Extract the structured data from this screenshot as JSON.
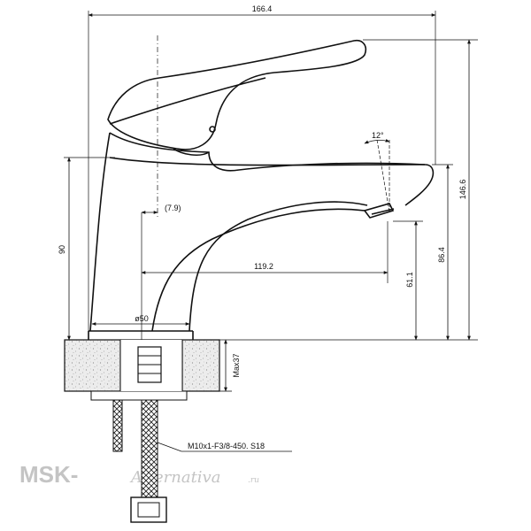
{
  "dimensions": {
    "total_width": "166.4",
    "total_height": "146.6",
    "spout_tilt": "12°",
    "offset": "(7.9)",
    "left_height": "90",
    "spout_reach": "119.2",
    "spout_height": "86.4",
    "outlet_height": "61.1",
    "base_diameter": "ø50",
    "max_counter": "Max37",
    "hose_spec": "M10x1-F3/8-450. S18"
  },
  "watermark": {
    "brand_prefix": "MSK-",
    "brand_script": "Alternativa",
    "brand_suffix": ".ru"
  }
}
